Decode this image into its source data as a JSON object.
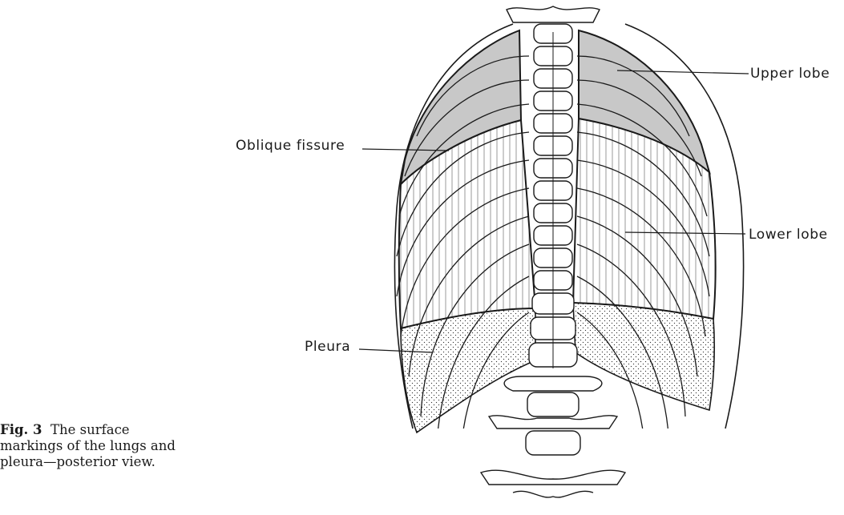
{
  "labels": {
    "upper_lobe": "Upper lobe",
    "oblique_fissure": "Oblique fissure",
    "lower_lobe": "Lower lobe",
    "pleura": "Pleura"
  },
  "caption": {
    "number": "Fig. 3",
    "text": "The surface markings of the lungs and pleura—posterior view."
  },
  "colors": {
    "ink": "#1a1a1a",
    "upper_lobe_fill": "#c8c8c8",
    "background": "#ffffff"
  }
}
